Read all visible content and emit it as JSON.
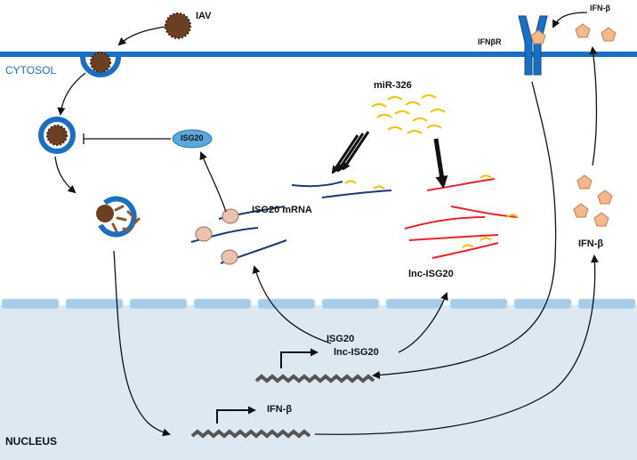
{
  "compartments": {
    "cytosol_label": "CYTOSOL",
    "nucleus_label": "NUCLEUS"
  },
  "labels": {
    "iav": "IAV",
    "ifnb_receptor": "IFNβR",
    "ifnb_top": "IFN-β",
    "ifnb_cytosol": "IFN-β",
    "mir326": "miR-326",
    "isg20_protein": "ISG20",
    "isg20_mrna": "ISG20 mRNA",
    "lnc_isg20_rna": "lnc-ISG20",
    "gene_isg20": "ISG20",
    "gene_lnc_isg20": "lnc-ISG20",
    "gene_ifnb": "IFN-β"
  },
  "colors": {
    "membrane": "#1b6fc2",
    "nucleus_fill": "#dce9f3",
    "nuclear_envelope": "#a9cbe6",
    "virus": "#6b3f23",
    "mrna": "#1c3a7a",
    "lnc_rna": "#e8232a",
    "mirna": "#f2c200",
    "ribosome": "#e9c3b0",
    "isg20_protein": "#5aa7dc",
    "ifn_pentagon": "#f2b98c",
    "dna": "#555555"
  }
}
